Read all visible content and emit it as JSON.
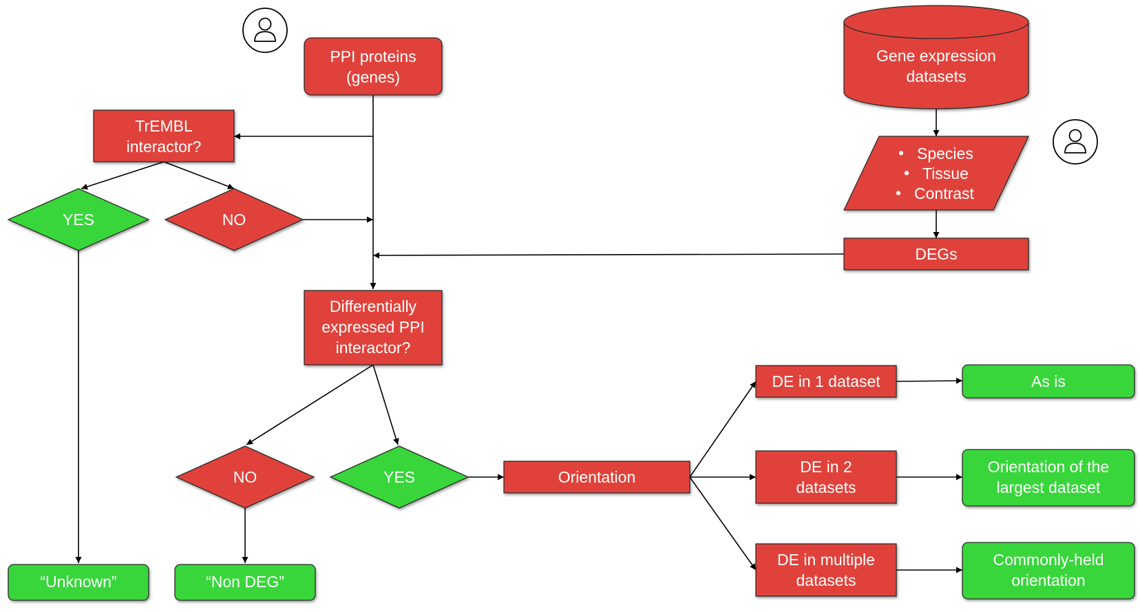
{
  "colors": {
    "red": "#e0433a",
    "green": "#38d63b",
    "stroke": "#2a2a2a",
    "edge": "#000000"
  },
  "icons": [
    "user-icon",
    "user-icon"
  ],
  "nodes": {
    "ppi": [
      "PPI proteins",
      "(genes)"
    ],
    "gene_db": [
      "Gene expression",
      "datasets"
    ],
    "trembl": [
      "TrEMBL",
      "interactor?"
    ],
    "filters": [
      "Species",
      "Tissue",
      "Contrast"
    ],
    "yes1": "YES",
    "no1": "NO",
    "degs": "DEGs",
    "de_ppi": [
      "Differentially",
      "expressed PPI",
      "interactor?"
    ],
    "no2": "NO",
    "yes2": "YES",
    "orientation": "Orientation",
    "de1": "DE in 1 dataset",
    "de2": [
      "DE in 2",
      "datasets"
    ],
    "dem": [
      "DE in multiple",
      "datasets"
    ],
    "as_is": "As is",
    "largest": [
      "Orientation of the",
      "largest dataset"
    ],
    "common": [
      "Commonly-held",
      "orientation"
    ],
    "unknown": "“Unknown”",
    "non_deg": "“Non DEG”"
  }
}
